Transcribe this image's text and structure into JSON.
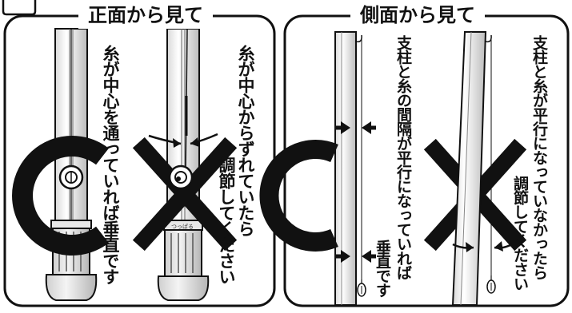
{
  "left_panel": {
    "title": "正面から見て",
    "correct_text": "糸が中心を通っていれば垂直です",
    "wrong_text": "糸が中心からずれていたら",
    "adjust_text": "調節してください",
    "base_label": "つっぱる"
  },
  "right_panel": {
    "title": "側面から見て",
    "correct_text_1": "支柱と糸の間隔が平行になっていれば",
    "correct_text_2": "垂直です",
    "wrong_text": "支柱と糸が平行になっていなかったら",
    "adjust_text": "調節してください"
  }
}
